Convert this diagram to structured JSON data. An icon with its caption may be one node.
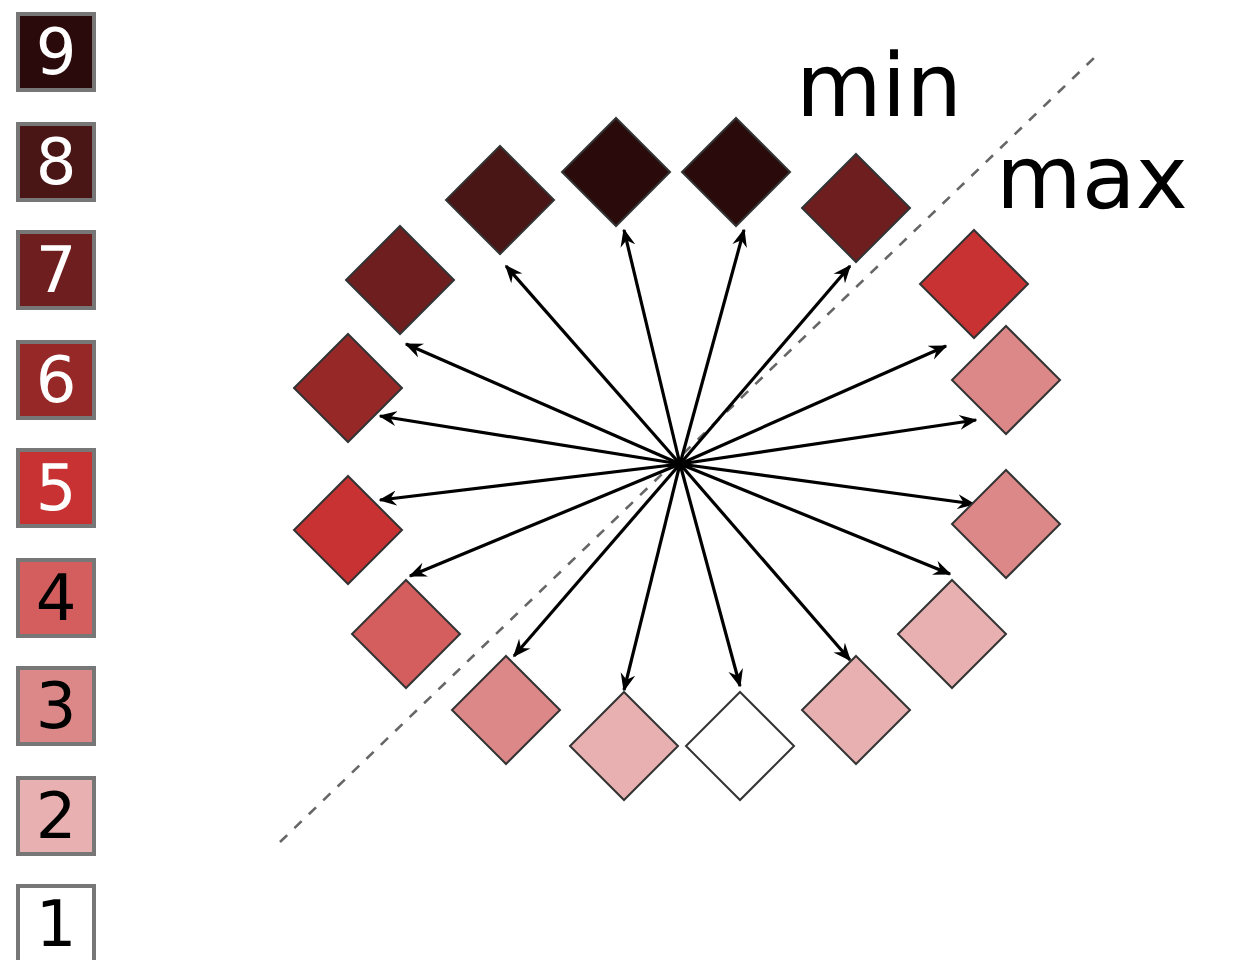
{
  "diagram": {
    "nodes": [
      {
        "text": [],
        "shape": "diamond"
      },
      {
        "text": [],
        "shape": "diamond"
      },
      {
        "text": [],
        "shape": "diamond"
      },
      {
        "text": [],
        "shape": "diamond"
      },
      {
        "text": [],
        "shape": "diamond"
      },
      {
        "text": [],
        "shape": "diamond"
      },
      {
        "text": [],
        "shape": "diamond"
      },
      {
        "text": [],
        "shape": "diamond"
      },
      {
        "text": [],
        "shape": "diamond"
      },
      {
        "text": [],
        "shape": "diamond"
      },
      {
        "text": [],
        "shape": "diamond"
      },
      {
        "text": [],
        "shape": "diamond"
      },
      {
        "text": [],
        "shape": "diamond"
      },
      {
        "text": [],
        "shape": "diamond"
      },
      {
        "text": [],
        "shape": "diamond"
      },
      {
        "text": [],
        "shape": "diamond"
      }
    ],
    "edges": [
      {
        "from": null,
        "to": 0,
        "arrow": "to"
      },
      {
        "from": null,
        "to": 1,
        "arrow": "to"
      },
      {
        "from": null,
        "to": 2,
        "arrow": "to"
      },
      {
        "from": null,
        "to": 3,
        "arrow": "to"
      },
      {
        "from": null,
        "to": 4,
        "arrow": "to"
      },
      {
        "from": null,
        "to": 5,
        "arrow": "to"
      },
      {
        "from": null,
        "to": 6,
        "arrow": "to"
      },
      {
        "from": null,
        "to": 7,
        "arrow": "to"
      },
      {
        "from": null,
        "to": 8,
        "arrow": "to"
      },
      {
        "from": null,
        "to": 9,
        "arrow": "to"
      },
      {
        "from": null,
        "to": 10,
        "arrow": "to"
      },
      {
        "from": null,
        "to": 11,
        "arrow": "to"
      },
      {
        "from": null,
        "to": 12,
        "arrow": "to"
      },
      {
        "from": null,
        "to": 13,
        "arrow": "to"
      },
      {
        "from": null,
        "to": 14,
        "arrow": "to"
      },
      {
        "from": null,
        "to": 15,
        "arrow": "to"
      }
    ],
    "labels": [
      "min",
      "max"
    ],
    "legend": [
      {
        "text": "9",
        "color": "#2a0a0a"
      },
      {
        "text": "8",
        "color": "#4a1515"
      },
      {
        "text": "7",
        "color": "#6e1e1e"
      },
      {
        "text": "6",
        "color": "#962828"
      },
      {
        "text": "5",
        "color": "#c83232"
      },
      {
        "text": "4",
        "color": "#d45e5e"
      },
      {
        "text": "3",
        "color": "#dc8888"
      },
      {
        "text": "2",
        "color": "#e8b0b0"
      },
      {
        "text": "1",
        "color": "#ffffff"
      }
    ]
  }
}
